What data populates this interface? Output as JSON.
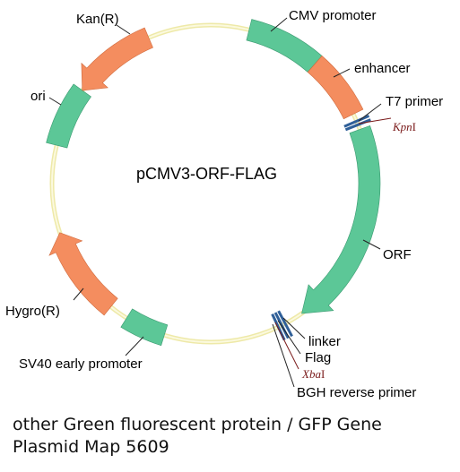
{
  "map": {
    "title": "pCMV3-ORF-FLAG",
    "backbone_color": "#f4f0b0",
    "colors": {
      "green_feature": "#5cc797",
      "orange_feature": "#f48d5f",
      "site_marker": "#2f5f98",
      "site_label": "#7a1a1a"
    },
    "features": {
      "cmv_promoter": "CMV promoter",
      "enhancer": "enhancer",
      "t7_primer": "T7 primer",
      "orf": "ORF",
      "linker": "linker",
      "flag": "Flag",
      "bgh_reverse_primer": "BGH reverse primer",
      "sv40_early_promoter": "SV40 early promoter",
      "hygro": "Hygro(R)",
      "ori": "ori",
      "kan": "Kan(R)"
    },
    "sites": {
      "kpni_italic": "Kpn",
      "kpni_roman": "I",
      "xbai_italic": "Xba",
      "xbai_roman": "I"
    }
  },
  "caption": {
    "line1": "other Green fluorescent protein / GFP Gene",
    "line2": "Plasmid Map 5609"
  }
}
